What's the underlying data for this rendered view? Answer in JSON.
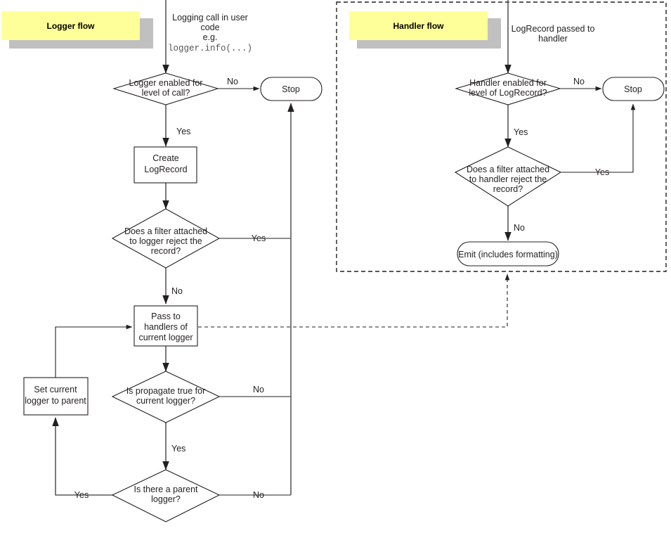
{
  "diagram": {
    "title": "Python logging flow",
    "colors": {
      "banner_fill": "#ffff99",
      "banner_shadow": "#c0c0c0",
      "stroke": "#231f20",
      "connector": "#5a5a5a",
      "background": "#ffffff"
    }
  },
  "logger_flow": {
    "banner_label": "Logger flow",
    "entry_text_line1": "Logging call in user",
    "entry_text_line2": "code",
    "entry_text_line3": "e.g.",
    "entry_text_code": "logger.info(...)",
    "nodes": {
      "logger_enabled": {
        "line1": "Logger enabled for",
        "line2": "level of call?",
        "shape": "decision"
      },
      "create_logrecord": {
        "line1": "Create",
        "line2": "LogRecord",
        "shape": "process"
      },
      "logger_filter": {
        "line1": "Does a filter attached",
        "line2": "to logger reject the",
        "line3": "record?",
        "shape": "decision"
      },
      "pass_to_handlers": {
        "line1": "Pass to",
        "line2": "handlers of",
        "line3": "current logger",
        "shape": "process"
      },
      "is_propagate": {
        "line1": "Is propagate true for",
        "line2": "current logger?",
        "shape": "decision"
      },
      "has_parent": {
        "line1": "Is there a parent",
        "line2": "logger?",
        "shape": "decision"
      },
      "set_parent": {
        "line1": "Set current",
        "line2": "logger to parent",
        "shape": "process"
      },
      "stop": {
        "line1": "Stop",
        "shape": "terminator"
      }
    },
    "edge_labels": {
      "logger_enabled_no": "No",
      "logger_enabled_yes": "Yes",
      "logger_filter_yes": "Yes",
      "logger_filter_no": "No",
      "propagate_no": "No",
      "propagate_yes": "Yes",
      "parent_yes": "Yes",
      "parent_no": "No"
    }
  },
  "handler_flow": {
    "banner_label": "Handler flow",
    "entry_text_line1": "LogRecord passed to",
    "entry_text_line2": "handler",
    "nodes": {
      "handler_enabled": {
        "line1": "Handler enabled for",
        "line2": "level of LogRecord?",
        "shape": "decision"
      },
      "handler_filter": {
        "line1": "Does a filter attached",
        "line2": "to handler reject the",
        "line3": "record?",
        "shape": "decision"
      },
      "emit": {
        "line1": "Emit (includes formatting)",
        "shape": "terminator"
      },
      "stop": {
        "line1": "Stop",
        "shape": "terminator"
      }
    },
    "edge_labels": {
      "handler_enabled_no": "No",
      "handler_enabled_yes": "Yes",
      "handler_filter_yes": "Yes",
      "handler_filter_no": "No"
    }
  }
}
